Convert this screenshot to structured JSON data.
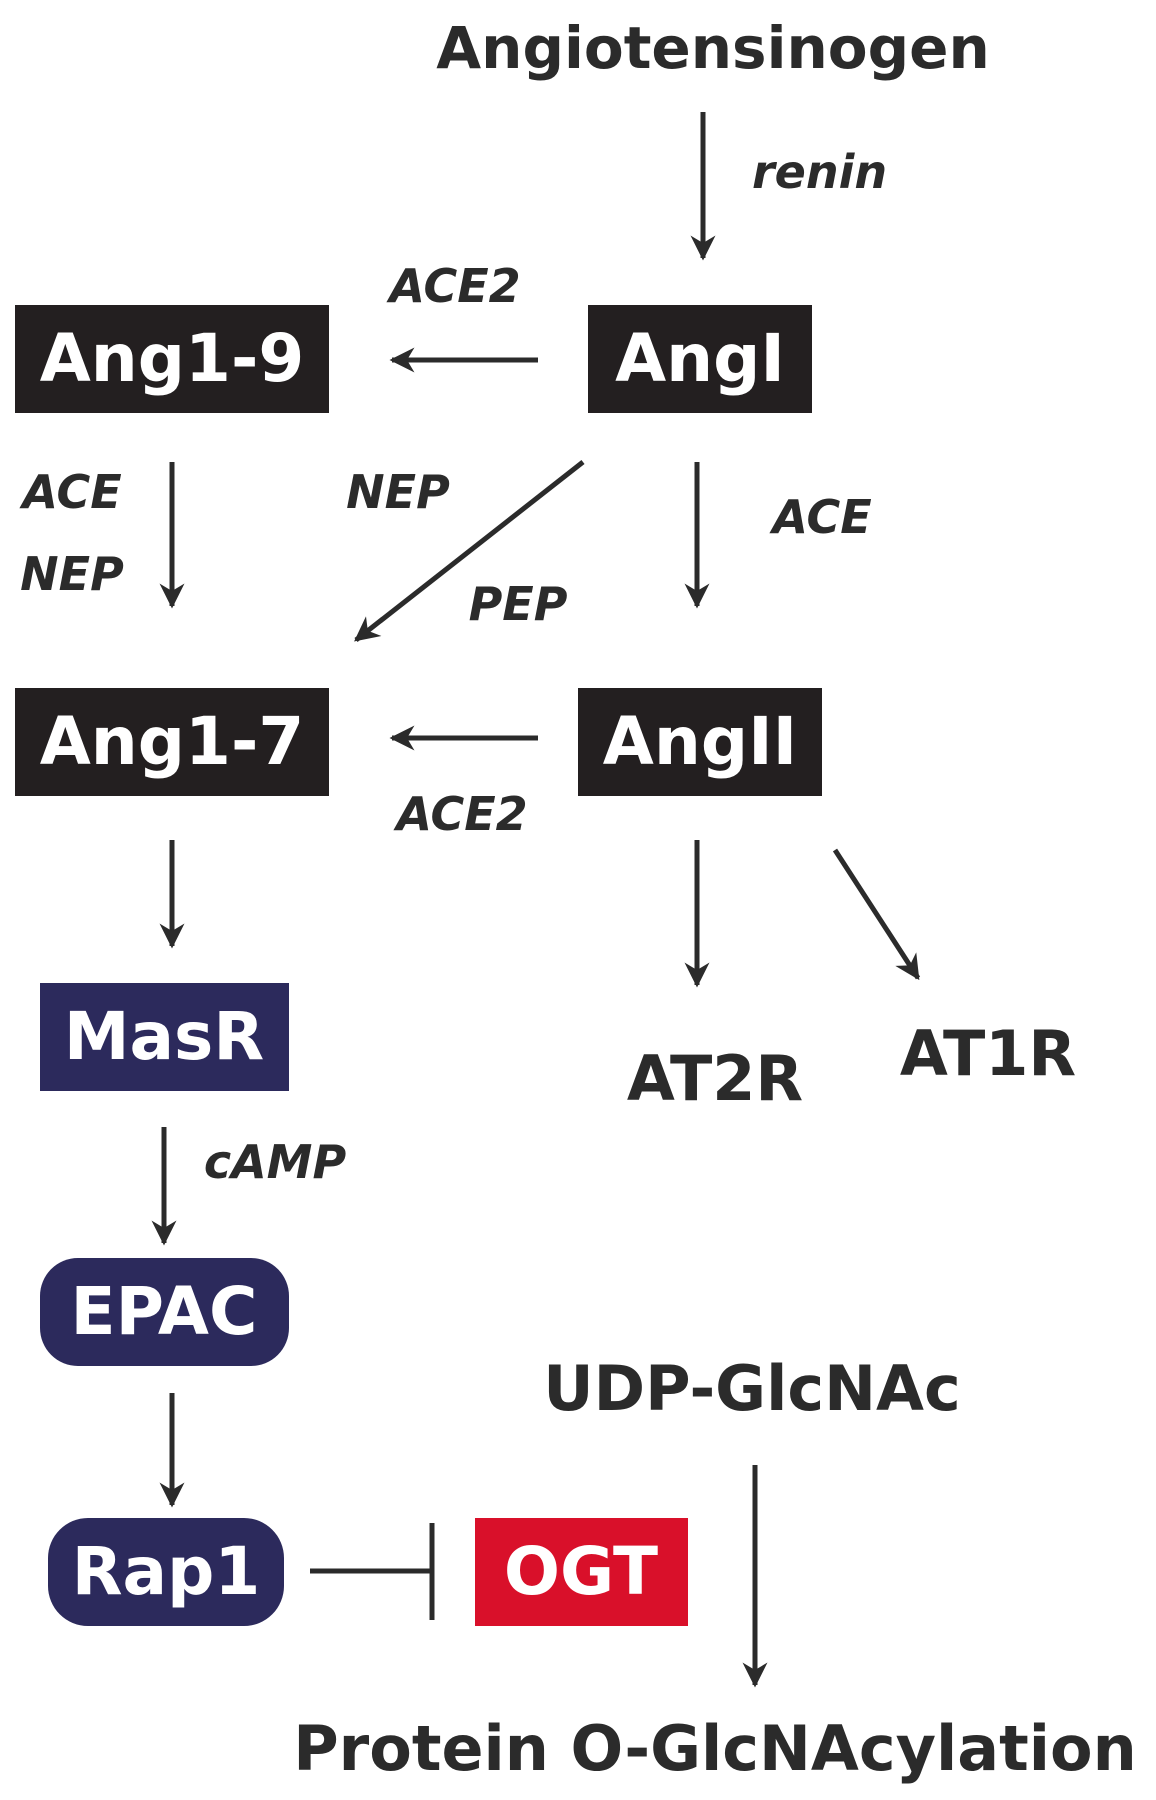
{
  "colors": {
    "peptide_box": "#231f20",
    "receptor_box": "#2c2a5c",
    "ogt_box": "#d9102a",
    "arrow": "#2b2b2b"
  },
  "nodes": {
    "angiotensinogen": "Angiotensinogen",
    "ang_i": "AngI",
    "ang_1_9": "Ang1-9",
    "ang_ii": "AngII",
    "ang_1_7": "Ang1-7",
    "masr": "MasR",
    "at2r": "AT2R",
    "at1r": "AT1R",
    "epac": "EPAC",
    "rap1": "Rap1",
    "ogt": "OGT",
    "udp_glcnac": "UDP-GlcNAc",
    "protein_o_glcnacylation": "Protein O-GlcNAcylation"
  },
  "enzymes": {
    "renin": "renin",
    "ace2_top": "ACE2",
    "ace_left": "ACE",
    "nep_left": "NEP",
    "nep_diag": "NEP",
    "pep_diag": "PEP",
    "ace_right": "ACE",
    "ace2_bottom": "ACE2",
    "camp": "cAMP"
  }
}
